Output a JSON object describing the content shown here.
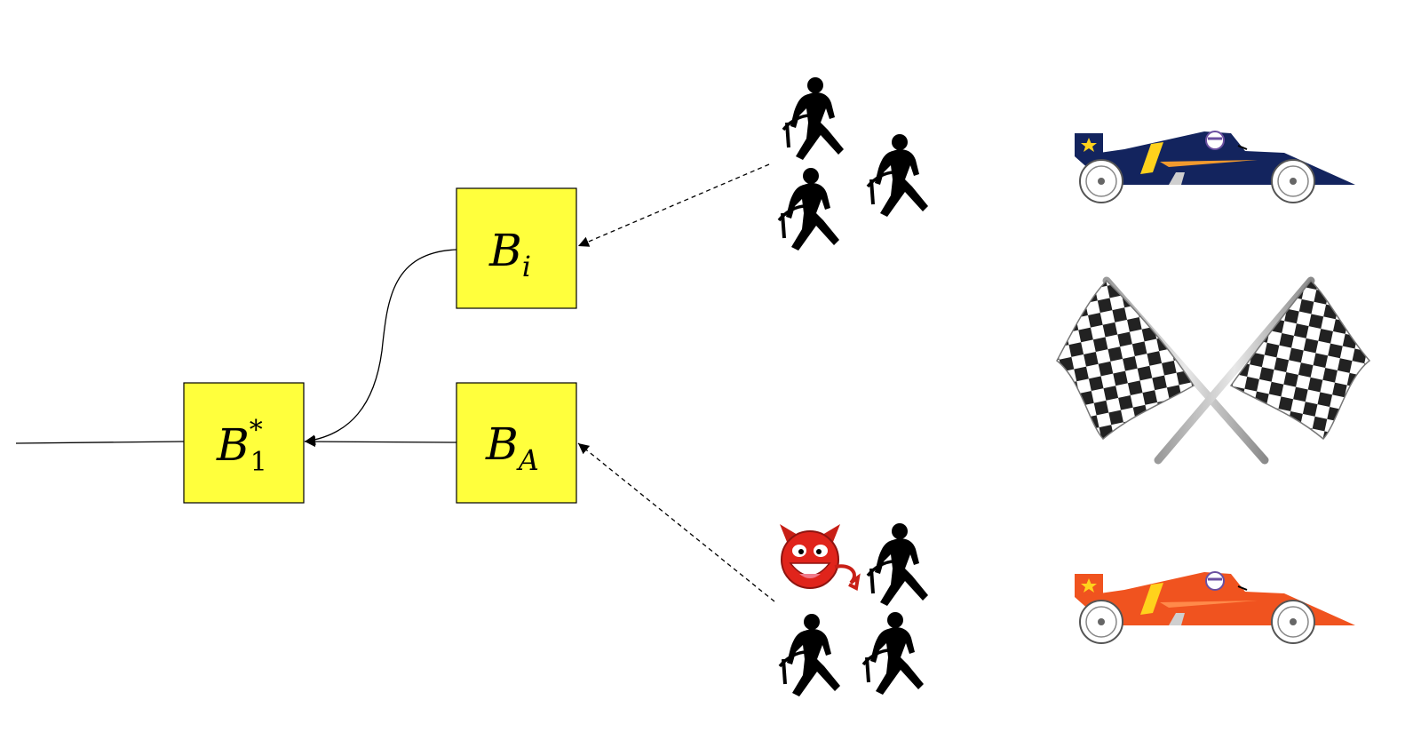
{
  "blocks": {
    "genesis": {
      "base": "B",
      "sub": "1",
      "sup": "*"
    },
    "honest": {
      "base": "B",
      "sub": "i"
    },
    "attacker": {
      "base": "B",
      "sub": "A"
    }
  },
  "colors": {
    "block_fill": "#ffff3c",
    "honest_car": "#13245e",
    "attacker_car": "#f0531f",
    "car_stripe": "#ffd21c",
    "devil": "#e0241b"
  },
  "icons": {
    "honest_miners": [
      "miner-icon",
      "miner-icon",
      "miner-icon"
    ],
    "attacker_miners": [
      "devil-icon",
      "miner-icon",
      "miner-icon",
      "miner-icon"
    ],
    "honest_racer": "race-car-icon",
    "attacker_racer": "race-car-icon",
    "race": "checkered-flags-icon"
  }
}
